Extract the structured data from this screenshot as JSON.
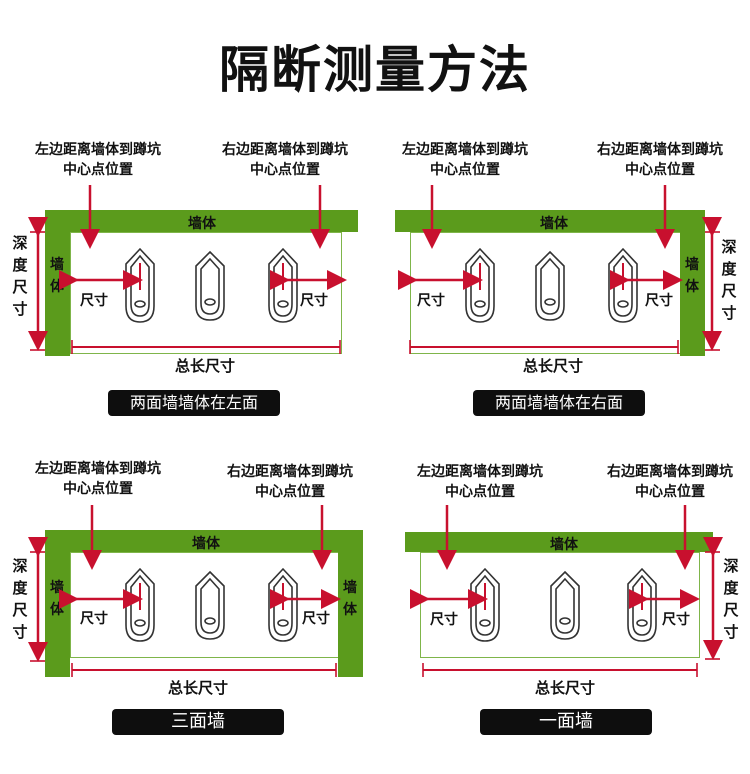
{
  "title": "隔断测量方法",
  "labels": {
    "left_measure_line1": "左边距离墙体到蹲坑",
    "left_measure_line2": "中心点位置",
    "right_measure_line1": "右边距离墙体到蹲坑",
    "right_measure_line2": "中心点位置",
    "wall": "墙体",
    "depth": "深度尺寸",
    "size": "尺寸",
    "total_length": "总长尺寸"
  },
  "scenarios": [
    {
      "badge": "两面墙墙体在左面"
    },
    {
      "badge": "两面墙墙体在右面"
    },
    {
      "badge": "三面墙"
    },
    {
      "badge": "一面墙"
    }
  ],
  "colors": {
    "wall": "#5b9b1c",
    "arrow": "#c8102e",
    "badge": "#0e0e0e"
  }
}
